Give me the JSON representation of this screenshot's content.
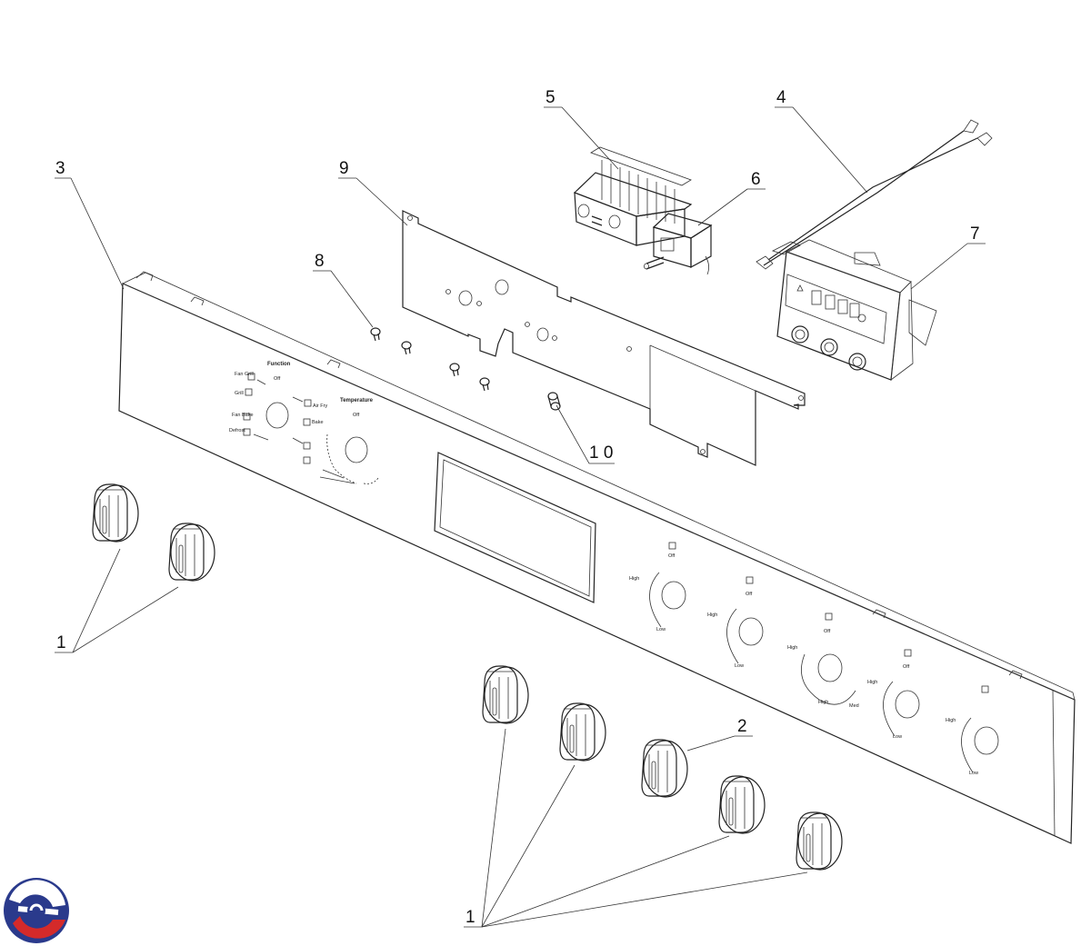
{
  "callouts": {
    "c1a": "1",
    "c1b": "1",
    "c2": "2",
    "c3": "3",
    "c4": "4",
    "c5": "5",
    "c6": "6",
    "c7": "7",
    "c8": "8",
    "c9": "9",
    "c10": "1 0"
  },
  "panel_labels": {
    "function": "Function",
    "function_off": "Off",
    "temperature": "Temperature",
    "temperature_off": "Off",
    "airfry": "Air Fry",
    "bake": "Bake",
    "grill": "Grill",
    "defrost": "Defrost",
    "fan_grill": "Fan Grill",
    "fan_bake": "Fan Bake"
  },
  "burner_labels": {
    "off": "Off",
    "high": "High",
    "low": "Low",
    "med": "Med"
  },
  "colors": {
    "line": "#222222",
    "logo_blue": "#2a3a8c",
    "logo_red": "#d42a2a"
  }
}
